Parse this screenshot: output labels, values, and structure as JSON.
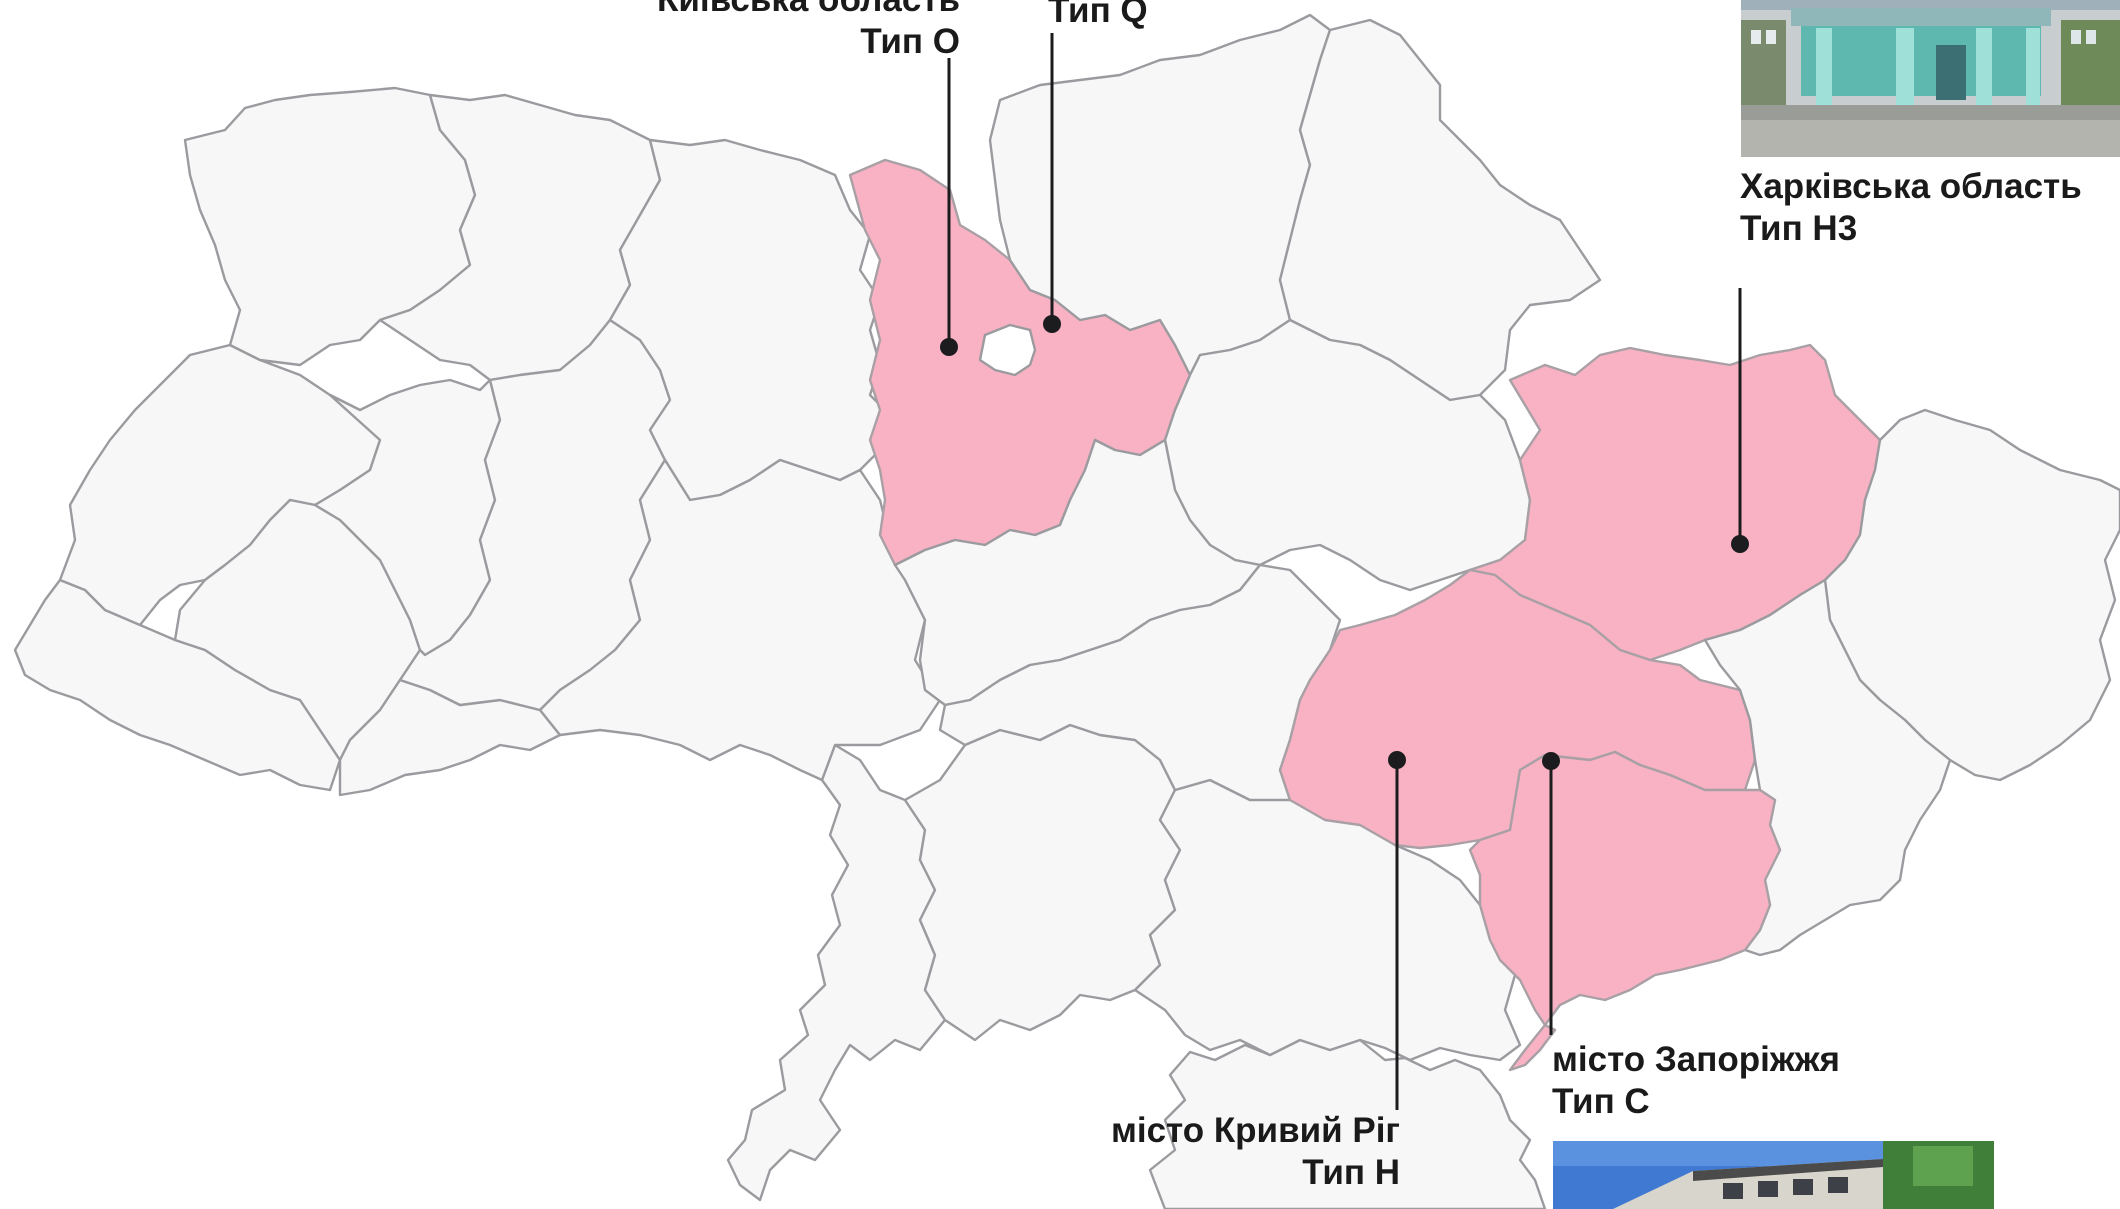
{
  "map": {
    "colors": {
      "highlight": "#f9b2c3",
      "region_fill": "#f7f7f8",
      "border": "#9b9b9f",
      "marker": "#1c1c1e"
    }
  },
  "callouts": {
    "kyiv_region": {
      "name": "Київська область",
      "type": "Тип О"
    },
    "kyiv_city": {
      "type": "Тип Q"
    },
    "kharkiv_region": {
      "name": "Харківська область",
      "type": "Тип Н3"
    },
    "kryvyi_rih": {
      "name": "місто Кривий Ріг",
      "type": "Тип Н"
    },
    "zaporizhzhia": {
      "name": "місто Запоріжжя",
      "type": "Тип С"
    }
  },
  "photos": {
    "top_right": {
      "icon": "school-building-photo"
    },
    "bottom": {
      "icon": "school-building-photo"
    }
  }
}
